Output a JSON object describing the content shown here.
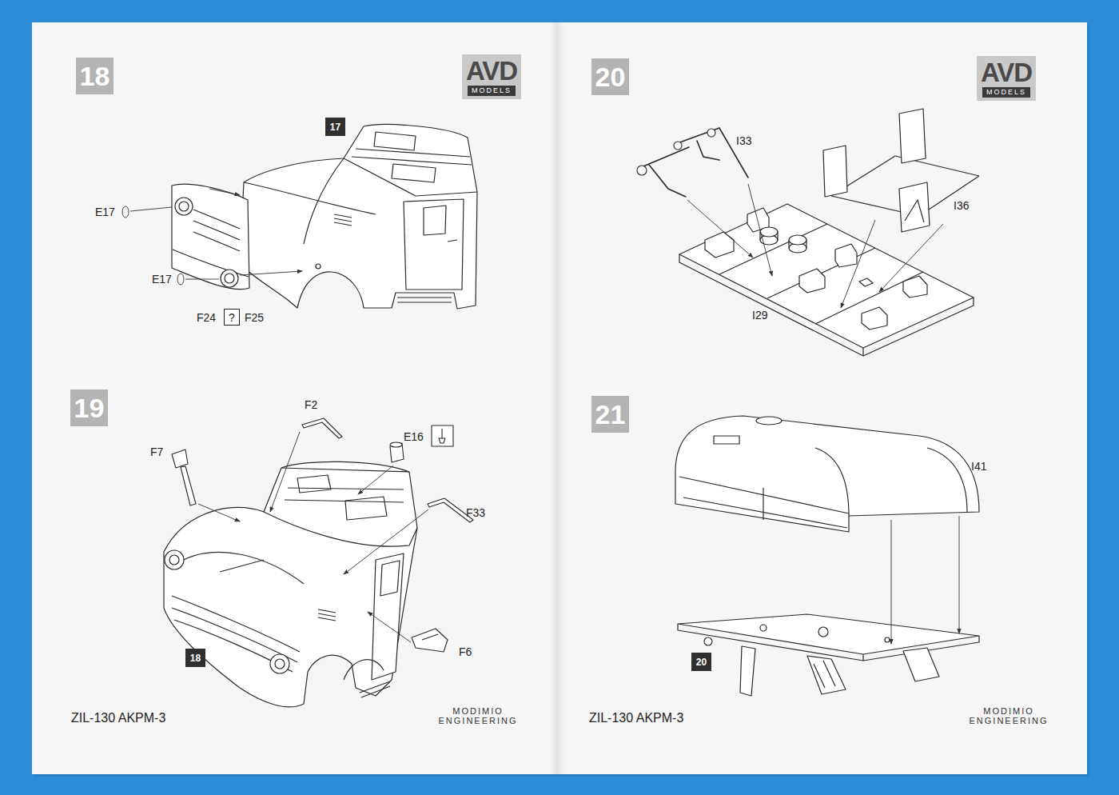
{
  "diagram": {
    "nodes": [
      {
        "text": [
          "18"
        ]
      },
      {
        "text": [
          "AVD",
          "MODELS"
        ]
      },
      {
        "text": [
          "17"
        ]
      },
      {
        "text": [
          "?"
        ]
      },
      {
        "text": [
          "19"
        ]
      },
      {
        "text": [
          "18"
        ]
      },
      {
        "text": [
          "20"
        ]
      },
      {
        "text": [
          "AVD",
          "MODELS"
        ]
      },
      {
        "text": [
          "21"
        ]
      },
      {
        "text": [
          "20"
        ]
      }
    ],
    "labels": [
      "E17",
      "E17",
      "F24",
      "F25",
      "F2",
      "E16",
      "F7",
      "F33",
      "F6",
      "ZIL-130 AKPM-3",
      "MODIMIO ENGINEERING",
      "I33",
      "I36",
      "I29",
      "I41",
      "ZIL-130 AKPM-3",
      "MODIMIO ENGINEERING"
    ]
  }
}
